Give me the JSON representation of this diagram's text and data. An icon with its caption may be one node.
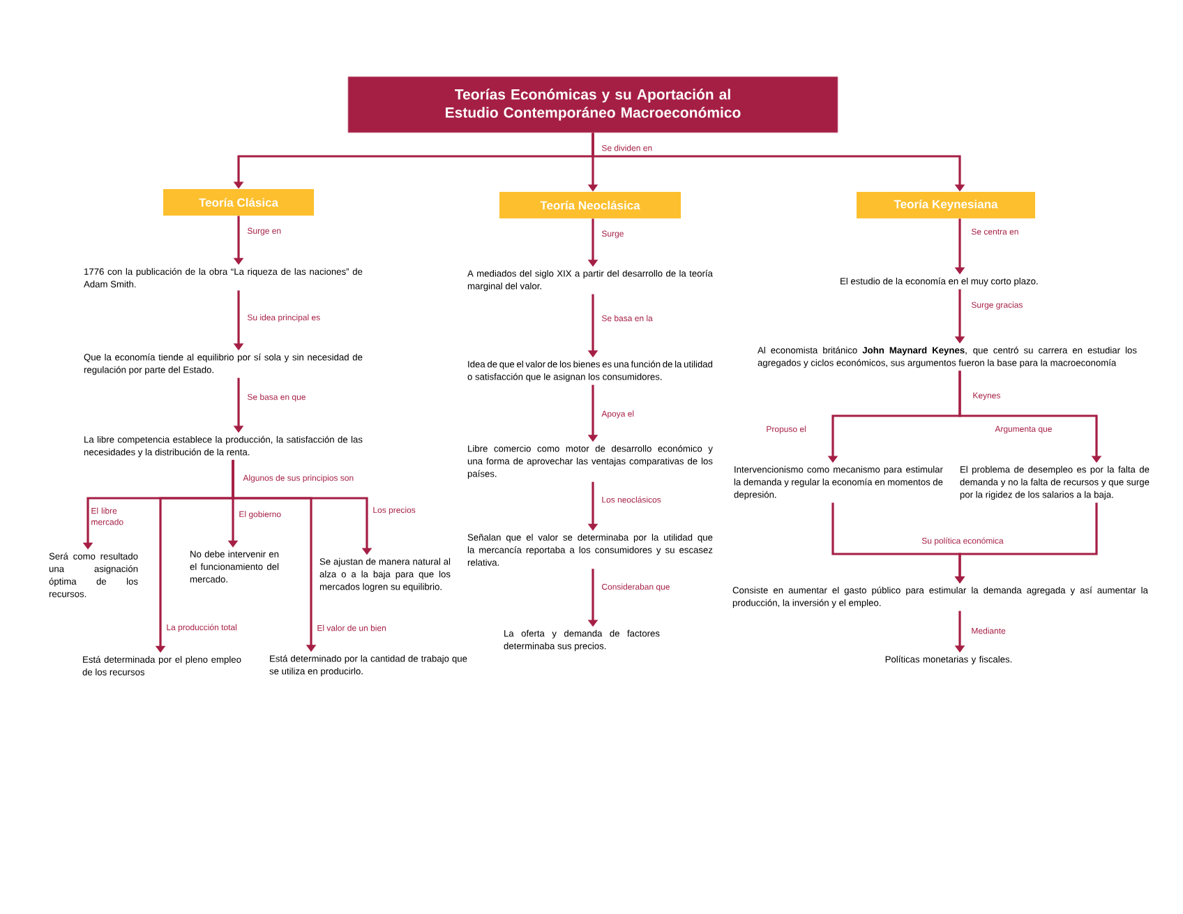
{
  "diagram": {
    "nodes": [
      {
        "text": [
          "Teorías Económicas y su Aportación al Estudio Contemporáneo Macroeconómico"
        ]
      },
      {
        "text": [
          "Teoría Clásica"
        ]
      },
      {
        "text": [
          "Teoría Neoclásica"
        ]
      },
      {
        "text": [
          "Teoría Keynesiana"
        ]
      },
      {
        "text": [
          "1776 con la publicación de la obra “La riqueza de las naciones” de Adam Smith."
        ]
      },
      {
        "text": [
          "Que la economía tiende al equilibrio por sí sola y sin necesidad de regulación por parte del Estado."
        ]
      },
      {
        "text": [
          "La libre competencia establece la producción, la satisfacción de las necesidades y la distribución de la renta."
        ]
      },
      {
        "text": [
          "Será como resultado una asignación óptima de los recursos."
        ]
      },
      {
        "text": [
          "No debe intervenir en el funcionamiento del mercado."
        ]
      },
      {
        "text": [
          "Se ajustan de manera natural al alza o a la baja para que los mercados logren su equilibrio."
        ]
      },
      {
        "text": [
          "Está determinada por el pleno empleo de los recursos"
        ]
      },
      {
        "text": [
          "Está determinado por la cantidad de trabajo que se utiliza en producirlo."
        ]
      },
      {
        "text": [
          "A mediados del siglo XIX a partir del desarrollo de la teoría marginal del valor."
        ]
      },
      {
        "text": [
          "Idea de que el valor de los bienes es una función de la utilidad o satisfacción que le asignan los consumidores."
        ]
      },
      {
        "text": [
          "Libre comercio como motor de desarrollo económico y una forma de aprovechar las ventajas comparativas de los países."
        ]
      },
      {
        "text": [
          "Señalan que el valor se determinaba por la utilidad que la mercancía reportaba a los consumidores y su escasez relativa."
        ]
      },
      {
        "text": [
          "La oferta y demanda de factores determinaba sus precios."
        ]
      },
      {
        "text": [
          "El estudio de la economía en el muy corto plazo."
        ]
      },
      {
        "text": [
          "Al economista británico **John Maynard Keynes**, que centró su carrera en estudiar los agregados y ciclos económicos, sus argumentos fueron la base para la macroeconomía"
        ]
      },
      {
        "text": [
          "Intervencionismo como mecanismo para estimular la demanda y regular la economía en momentos de depresión."
        ]
      },
      {
        "text": [
          "El problema de desempleo es por la falta de demanda y no la falta de recursos y que surge por la rigidez de los salarios a la baja."
        ]
      },
      {
        "text": [
          "Consiste en aumentar el gasto público para estimular la demanda agregada y así aumentar la producción, la inversión y el empleo."
        ]
      },
      {
        "text": [
          "Políticas monetarias y fiscales."
        ]
      }
    ],
    "edges": [
      {
        "from": 0,
        "to": 1,
        "arrow": "to"
      },
      {
        "from": 0,
        "to": 2,
        "arrow": "to"
      },
      {
        "from": 0,
        "to": 3,
        "arrow": "to"
      },
      {
        "from": 1,
        "to": 4,
        "arrow": "to",
        "label": "Surge en"
      },
      {
        "from": 4,
        "to": 5,
        "arrow": "to",
        "label": "Su idea principal es"
      },
      {
        "from": 5,
        "to": 6,
        "arrow": "to",
        "label": "Se basa en que"
      },
      {
        "from": 6,
        "to": 7,
        "arrow": "to",
        "label": "El libre mercado"
      },
      {
        "from": 6,
        "to": 8,
        "arrow": "to",
        "label": "El gobierno"
      },
      {
        "from": 6,
        "to": 9,
        "arrow": "to",
        "label": "Los precios"
      },
      {
        "from": 6,
        "to": 10,
        "arrow": "to",
        "label": "La producción total"
      },
      {
        "from": 6,
        "to": 11,
        "arrow": "to",
        "label": "El valor de un bien"
      },
      {
        "from": 2,
        "to": 12,
        "arrow": "to",
        "label": "Surge"
      },
      {
        "from": 12,
        "to": 13,
        "arrow": "to",
        "label": "Se basa en la"
      },
      {
        "from": 13,
        "to": 14,
        "arrow": "to",
        "label": "Apoya el"
      },
      {
        "from": 14,
        "to": 15,
        "arrow": "to",
        "label": "Los neoclásicos"
      },
      {
        "from": 15,
        "to": 16,
        "arrow": "to",
        "label": "Consideraban que"
      },
      {
        "from": 3,
        "to": 17,
        "arrow": "to",
        "label": "Se centra en"
      },
      {
        "from": 17,
        "to": 18,
        "arrow": "to",
        "label": "Surge gracias"
      },
      {
        "from": 18,
        "to": 19,
        "arrow": "to",
        "label": "Propuso el"
      },
      {
        "from": 18,
        "to": 20,
        "arrow": "to",
        "label": "Argumenta que"
      },
      {
        "from": 19,
        "to": 21,
        "arrow": "to"
      },
      {
        "from": 20,
        "to": 21,
        "arrow": "to"
      },
      {
        "from": 21,
        "to": 22,
        "arrow": "to",
        "label": "Mediante"
      }
    ],
    "labels": [
      "Se dividen en",
      "Algunos de sus principios son",
      "Keynes",
      "Su política económica"
    ]
  }
}
